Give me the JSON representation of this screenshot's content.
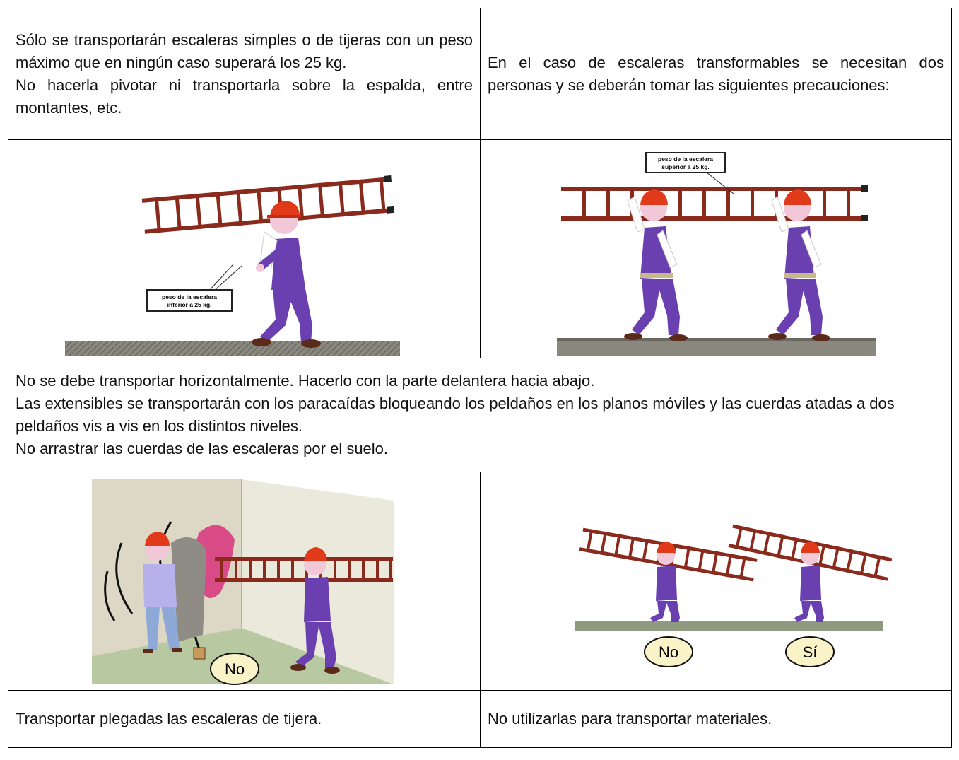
{
  "cells": {
    "top_left": {
      "line1": "Sólo se transportarán escaleras simples o de tijeras con un peso máximo que en ningún caso superará los 25 kg.",
      "line2": "No hacerla pivotar ni transportarla sobre la espalda, entre montantes, etc."
    },
    "top_right": {
      "text": "En el caso de escaleras transformables se necesitan dos personas y se deberán tomar las siguientes precauciones:"
    },
    "middle": {
      "line1": "No se debe transportar horizontalmente. Hacerlo con la parte delantera hacia abajo.",
      "line2": "Las extensibles se transportarán con los paracaídas bloqueando los peldaños en los planos móviles y las cuerdas atadas a dos peldaños vis a vis en los distintos niveles.",
      "line3": "No arrastrar las cuerdas de las escaleras por el suelo."
    },
    "bottom_left": {
      "text": "Transportar plegadas las escaleras de tijera."
    },
    "bottom_right": {
      "text": "No utilizarlas para transportar materiales."
    }
  },
  "illustrations": {
    "one_person": {
      "callout_line1": "peso de la escalera",
      "callout_line2": "inferior a 25 kg."
    },
    "two_persons": {
      "callout_line1": "peso de la escalera",
      "callout_line2": "superior a 25 kg."
    },
    "corridor": {
      "badge": "No"
    },
    "angle": {
      "badge_no": "No",
      "badge_yes": "Sí"
    }
  },
  "colors": {
    "ladder": "#8a2a1c",
    "worker_body": "#6a3fb0",
    "helmet": "#e03a1a",
    "ground": "#7d7a72",
    "wall": "#e6e2d6",
    "floor_green": "#b8c9a2",
    "badge_fill": "#fbf3c8"
  }
}
